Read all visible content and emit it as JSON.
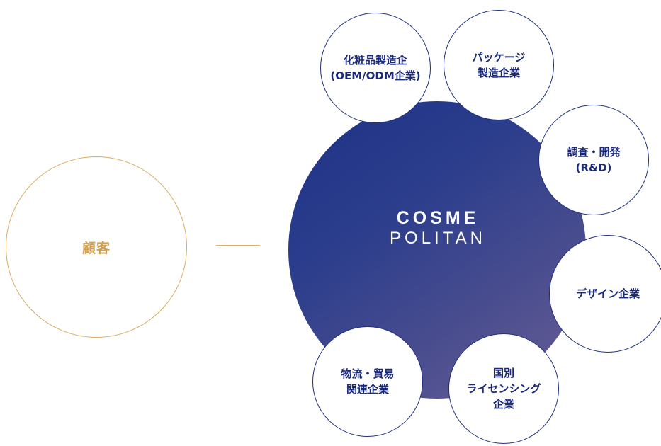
{
  "customer": {
    "label": "顧客"
  },
  "hub": {
    "logo_line1": "COSME",
    "logo_line2": "POLITAN"
  },
  "partners": [
    {
      "label": "化粧品製造企\n(OEM/ODM企業)"
    },
    {
      "label": "パッケージ\n製造企業"
    },
    {
      "label": "調査・開発\n(R&D)"
    },
    {
      "label": "デザイン企業"
    },
    {
      "label": "国別\nライセンシング\n企業"
    },
    {
      "label": "物流・貿易\n関連企業"
    }
  ],
  "colors": {
    "customer_accent": "#d7ae66",
    "hub_start": "#1e3185",
    "hub_end": "#6d5f98",
    "node_border": "#1f2f7e",
    "node_text": "#1b2a78"
  }
}
